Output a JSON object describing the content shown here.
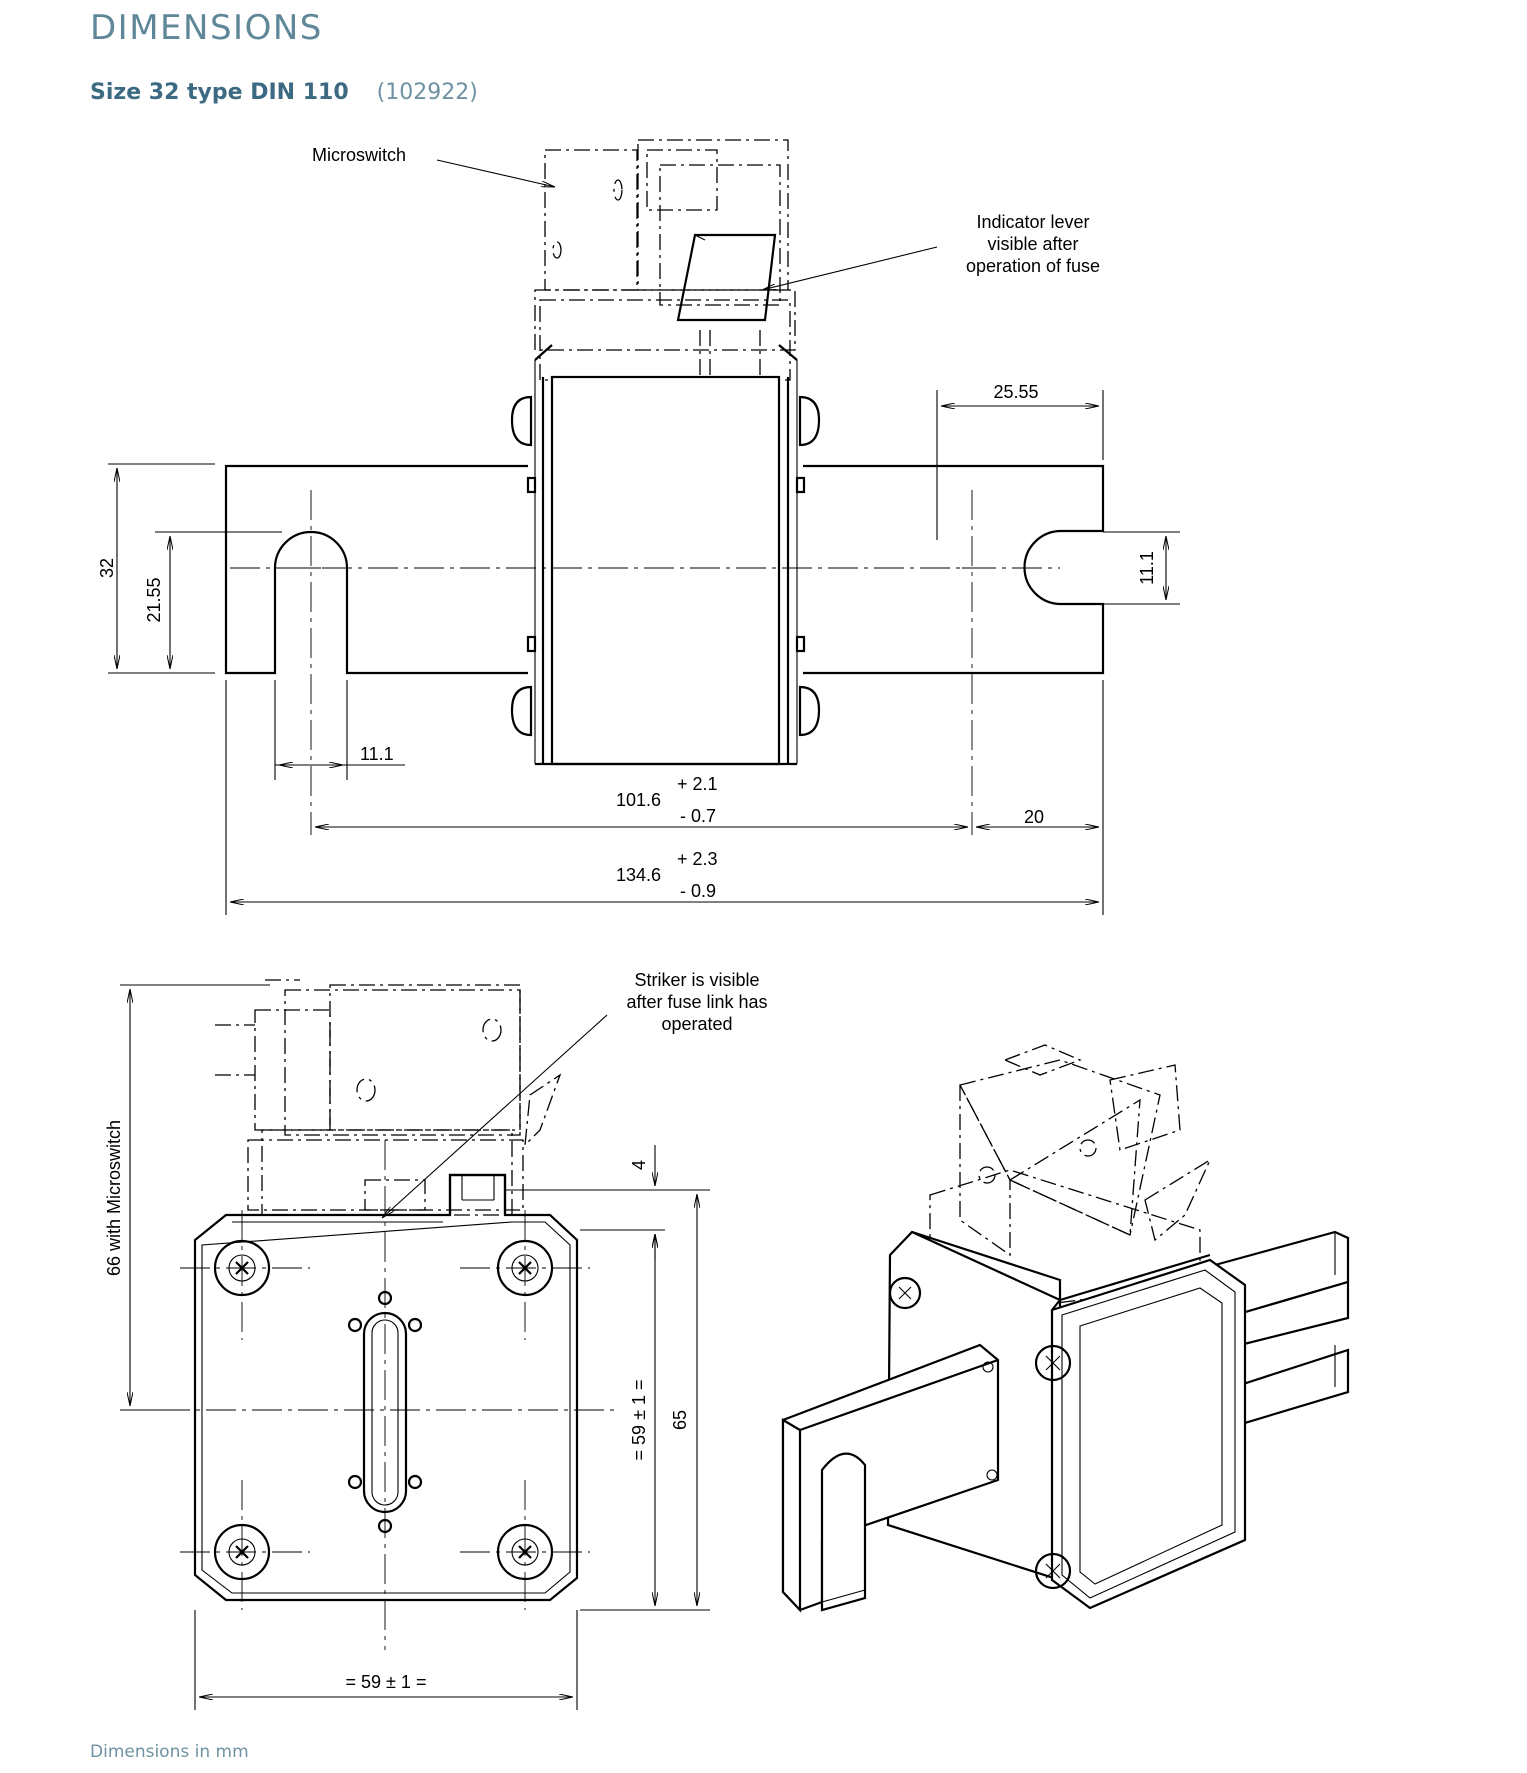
{
  "heading": "DIMENSIONS",
  "subtitle": {
    "type": "Size 32 type DIN 110",
    "code": "(102922)"
  },
  "footer": "Dimensions in mm",
  "annotations": {
    "microswitch": "Microswitch",
    "indicator": [
      "Indicator lever",
      "visible after",
      "operation of fuse"
    ],
    "striker": [
      "Striker is visible",
      "after fuse link has",
      "operated"
    ]
  },
  "dimensions": {
    "d_25_55": "25.55",
    "d_32": "32",
    "d_21_55": "21.55",
    "d_11_1_right": "11.1",
    "d_11_1_slot": "11.1",
    "d_101_6": "101.6",
    "d_101_6_plus": "+ 2.1",
    "d_101_6_minus": "- 0.7",
    "d_20": "20",
    "d_134_6": "134.6",
    "d_134_6_plus": "+ 2.3",
    "d_134_6_minus": "- 0.9",
    "d_66": "66 with Microswitch",
    "d_4": "4",
    "d_59_v": "= 59  ± 1 =",
    "d_65": "65",
    "d_59_h": "= 59 ± 1 ="
  }
}
